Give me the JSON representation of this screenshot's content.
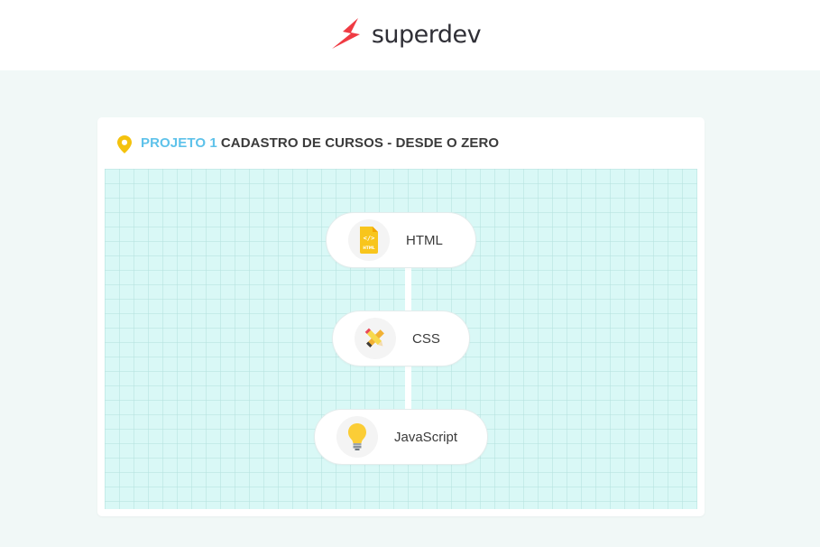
{
  "brand": {
    "logo_text_a": "super",
    "logo_text_b": "dev",
    "logo_icon": "lightning-bolt-icon",
    "accent": "#ef3b43"
  },
  "project": {
    "tag": "PROJETO 1",
    "title": "CADASTRO DE CURSOS - DESDE O ZERO",
    "tag_color": "#5ec2ea",
    "pin_icon": "location-pin-icon",
    "pin_color": "#f4c20d"
  },
  "roadmap": {
    "nodes": [
      {
        "label": "HTML",
        "icon": "html-file-icon"
      },
      {
        "label": "CSS",
        "icon": "pencil-ruler-icon"
      },
      {
        "label": "JavaScript",
        "icon": "lightbulb-icon"
      }
    ]
  }
}
